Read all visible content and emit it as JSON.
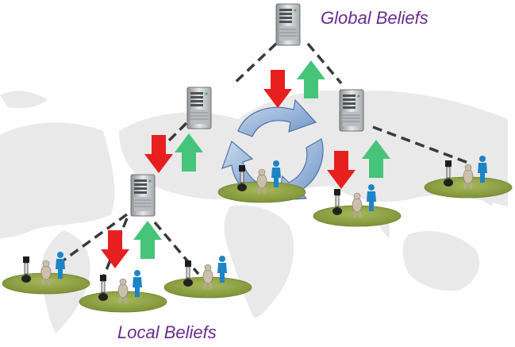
{
  "labels": {
    "global": "Global Beliefs",
    "local": "Local Beliefs"
  },
  "colors": {
    "down_arrow": "#e81f1f",
    "up_arrow": "#46c47a",
    "map": "#e9e9e9",
    "ground": "#8ea042",
    "cycle": "#8fb0d8",
    "label": "#6a2b8f"
  },
  "icons": [
    "server-icon",
    "robot-icon",
    "person-icon",
    "elephant-icon",
    "cycle-arrows-icon",
    "world-map"
  ]
}
